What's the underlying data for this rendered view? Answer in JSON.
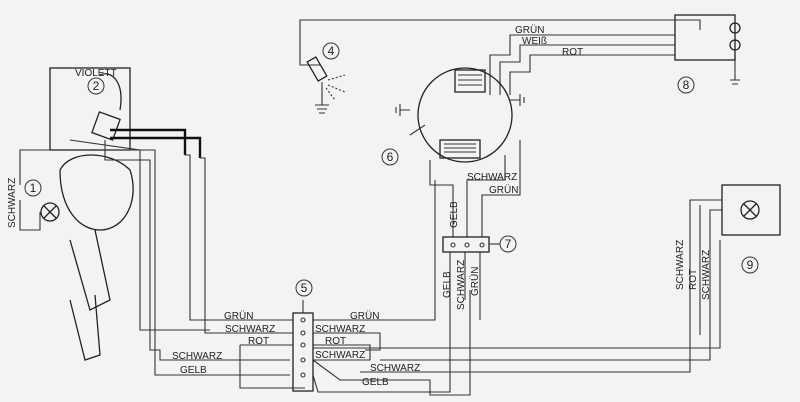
{
  "components": {
    "c1": "1",
    "c2": "2",
    "c4": "4",
    "c5": "5",
    "c6": "6",
    "c7": "7",
    "c8": "8",
    "c9": "9"
  },
  "labels": {
    "violett": "VIOLETT",
    "lamp1_schwarz": "SCHWARZ",
    "coil_gruen": "GRÜN",
    "coil_weiss": "WEIß",
    "coil_rot": "ROT",
    "stator_schwarz": "SCHWARZ",
    "stator_gruen": "GRÜN",
    "c7_gelb_top": "GELB",
    "c7_gelb_bottom": "GELB",
    "c7_schwarz_bottom": "SCHWARZ",
    "c7_gruen_bottom": "GRÜN",
    "c5_left_gruen": "GRÜN",
    "c5_left_schwarz": "SCHWARZ",
    "c5_left_rot": "ROT",
    "c5_left_schwarz2": "SCHWARZ",
    "c5_left_gelb": "GELB",
    "c5_right_gruen": "GRÜN",
    "c5_right_schwarz": "SCHWARZ",
    "c5_right_rot": "ROT",
    "c5_right_schwarz2": "SCHWARZ",
    "c5_right_schwarz3": "SCHWARZ",
    "c5_right_gelb": "GELB",
    "c9_schwarz": "SCHWARZ",
    "c9_rot": "ROT",
    "c9_schwarz2": "SCHWARZ"
  }
}
